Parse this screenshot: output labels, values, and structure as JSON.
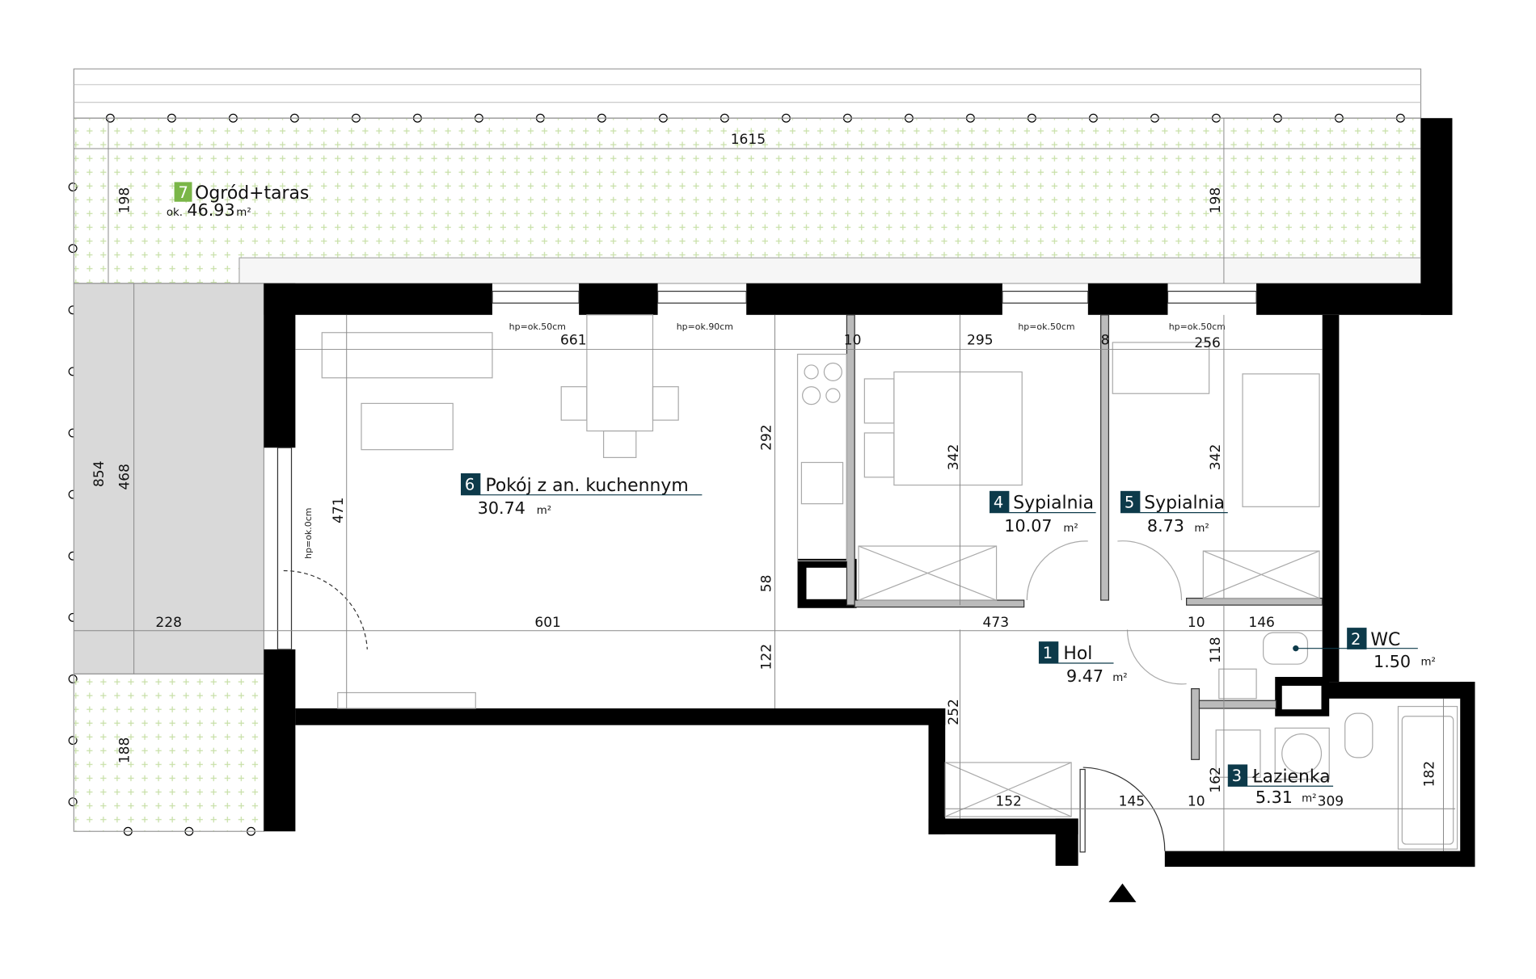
{
  "colors": {
    "room_badge": "#0d3a4a",
    "garden_badge": "#7ab648",
    "wall": "#000000",
    "loggia_fill": "#d9d9d9",
    "garden_dot": "#c8e0a8"
  },
  "rooms": [
    {
      "num": "1",
      "name": "Hol",
      "area": "9.47",
      "unit": "m²"
    },
    {
      "num": "2",
      "name": "WC",
      "area": "1.50",
      "unit": "m²"
    },
    {
      "num": "3",
      "name": "Łazienka",
      "area": "5.31",
      "unit": "m²"
    },
    {
      "num": "4",
      "name": "Sypialnia",
      "area": "10.07",
      "unit": "m²"
    },
    {
      "num": "5",
      "name": "Sypialnia",
      "area": "8.73",
      "unit": "m²"
    },
    {
      "num": "6",
      "name": "Pokój z an. kuchennym",
      "area": "30.74",
      "unit": "m²"
    },
    {
      "num": "7",
      "name": "Ogród+taras",
      "area": "46.93",
      "prefix": "ok.",
      "unit": "m²"
    }
  ],
  "windows": [
    "hp=ok.50cm",
    "hp=ok.90cm",
    "hp=ok.50cm",
    "hp=ok.50cm",
    "hp=ok.0cm"
  ],
  "dimensions": {
    "d1615": "1615",
    "d198a": "198",
    "d198b": "198",
    "d854": "854",
    "d468": "468",
    "d228": "228",
    "d188": "188",
    "d661": "661",
    "d10a": "10",
    "d295": "295",
    "d8": "8",
    "d256": "256",
    "d292": "292",
    "d342a": "342",
    "d342b": "342",
    "d471": "471",
    "d58": "58",
    "d601": "601",
    "d473": "473",
    "d10b": "10",
    "d146": "146",
    "d118": "118",
    "d122": "122",
    "d252": "252",
    "d152": "152",
    "d145": "145",
    "d10c": "10",
    "d162": "162",
    "d309": "309",
    "d182": "182"
  },
  "entrance_marker": "entrance-arrow"
}
